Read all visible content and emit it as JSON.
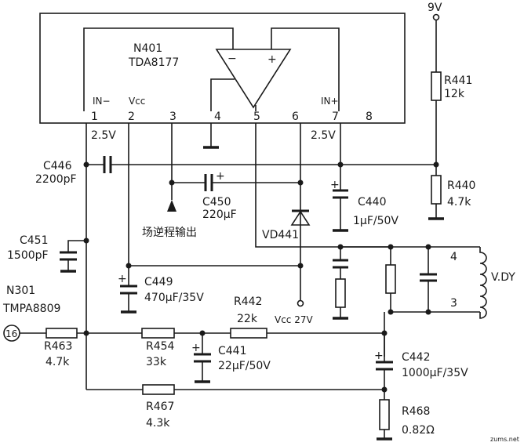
{
  "ic": {
    "ref": "N401",
    "part": "TDA8177",
    "opamp_minus": "−",
    "opamp_plus": "+",
    "pin_in_minus": "IN−",
    "pin_vcc": "Vcc",
    "pin_in_plus": "IN+",
    "pins": [
      "1",
      "2",
      "3",
      "4",
      "5",
      "6",
      "7",
      "8"
    ]
  },
  "supply": {
    "v9": "9V",
    "vcc27": "Vcc 27V"
  },
  "voltages": {
    "pin1": "2.5V",
    "pin7": "2.5V"
  },
  "components": {
    "r441": {
      "ref": "R441",
      "value": "12k"
    },
    "r440": {
      "ref": "R440",
      "value": "4.7k"
    },
    "c446": {
      "ref": "C446",
      "value": "2200pF"
    },
    "c450": {
      "ref": "C450",
      "value": "220μF"
    },
    "c440": {
      "ref": "C440",
      "value": "1μF/50V"
    },
    "c451": {
      "ref": "C451",
      "value": "1500pF"
    },
    "c449": {
      "ref": "C449",
      "value": "470μF/35V"
    },
    "vd441": {
      "ref": "VD441"
    },
    "r442": {
      "ref": "R442",
      "value": "22k"
    },
    "r463": {
      "ref": "R463",
      "value": "4.7k"
    },
    "r454": {
      "ref": "R454",
      "value": "33k"
    },
    "c441": {
      "ref": "C441",
      "value": "22μF/50V"
    },
    "c442": {
      "ref": "C442",
      "value": "1000μF/35V"
    },
    "r467": {
      "ref": "R467",
      "value": "4.3k"
    },
    "r468": {
      "ref": "R468",
      "value": "0.82Ω"
    }
  },
  "flyback_label": "场逆程输出",
  "yoke": {
    "label": "V.DY",
    "pin_top": "4",
    "pin_bottom": "3"
  },
  "n301": {
    "ref": "N301",
    "part": "TMPA8809",
    "pin": "16"
  },
  "watermark": "zums.net"
}
